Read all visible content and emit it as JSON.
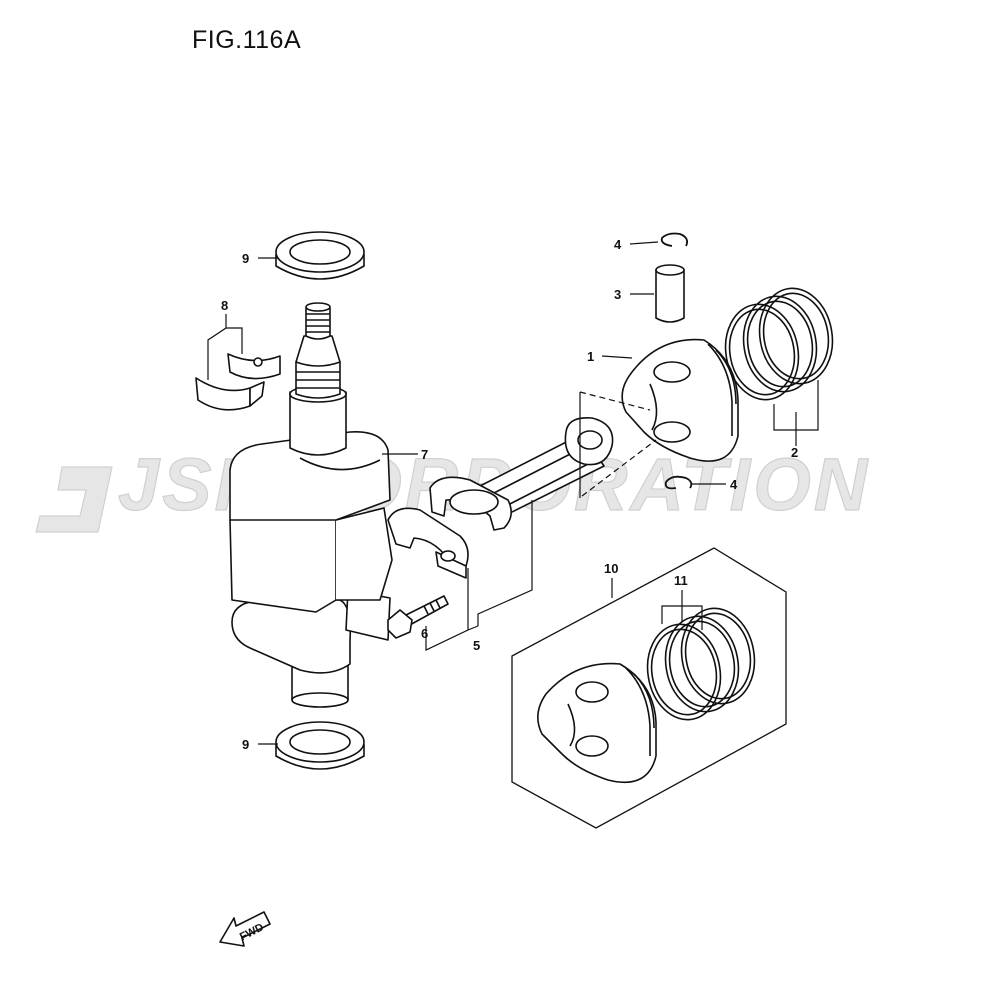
{
  "figure": {
    "title": "FIG.116A"
  },
  "watermark": {
    "text": "JSP CORPORATION"
  },
  "callouts": [
    {
      "id": "c9a",
      "label": "9"
    },
    {
      "id": "c8",
      "label": "8"
    },
    {
      "id": "c7",
      "label": "7"
    },
    {
      "id": "c6",
      "label": "6"
    },
    {
      "id": "c5",
      "label": "5"
    },
    {
      "id": "c4a",
      "label": "4"
    },
    {
      "id": "c3",
      "label": "3"
    },
    {
      "id": "c1",
      "label": "1"
    },
    {
      "id": "c2",
      "label": "2"
    },
    {
      "id": "c4b",
      "label": "4"
    },
    {
      "id": "c10",
      "label": "10"
    },
    {
      "id": "c11",
      "label": "11"
    },
    {
      "id": "c9b",
      "label": "9"
    }
  ],
  "direction_arrow": {
    "label": "FWD"
  },
  "colors": {
    "line": "#111111",
    "watermark": "#e6e6e6"
  }
}
